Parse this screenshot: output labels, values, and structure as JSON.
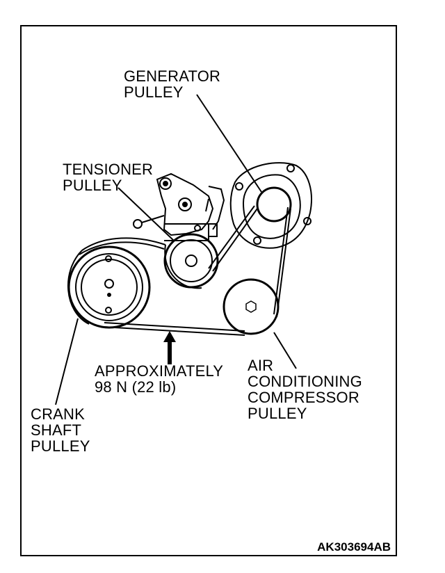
{
  "labels": {
    "generator_pulley": "GENERATOR\nPULLEY",
    "tensioner_pulley": "TENSIONER\nPULLEY",
    "tension_value": "APPROXIMATELY\n98 N (22 lb)",
    "ac_compressor_pulley": "AIR\nCONDITIONING\nCOMPRESSOR\nPULLEY",
    "crankshaft_pulley": "CRANK\nSHAFT\nPULLEY"
  },
  "document_code": "AK303694AB"
}
